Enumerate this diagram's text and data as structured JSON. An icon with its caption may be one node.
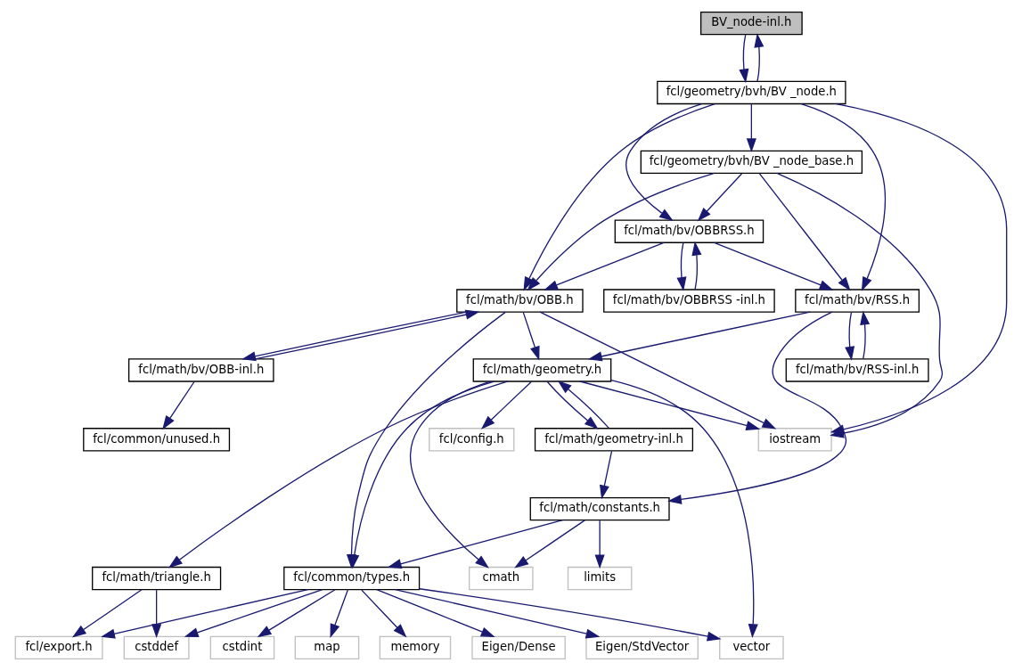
{
  "diagram": {
    "nodes": [
      {
        "text": [
          "BV_node-inl.h"
        ]
      },
      {
        "text": [
          "fcl/geometry/bvh/BV _node.h"
        ]
      },
      {
        "text": [
          "fcl/geometry/bvh/BV _node_base.h"
        ]
      },
      {
        "text": [
          "fcl/math/bv/OBBRSS.h"
        ]
      },
      {
        "text": [
          "fcl/math/bv/OBBRSS -inl.h"
        ]
      },
      {
        "text": [
          "fcl/math/bv/OBB.h"
        ]
      },
      {
        "text": [
          "fcl/math/bv/RSS.h"
        ]
      },
      {
        "text": [
          "fcl/math/bv/OBB-inl.h"
        ]
      },
      {
        "text": [
          "fcl/math/geometry.h"
        ]
      },
      {
        "text": [
          "fcl/math/bv/RSS-inl.h"
        ]
      },
      {
        "text": [
          "iostream"
        ]
      },
      {
        "text": [
          "fcl/common/unused.h"
        ]
      },
      {
        "text": [
          "fcl/config.h"
        ]
      },
      {
        "text": [
          "fcl/math/geometry-inl.h"
        ]
      },
      {
        "text": [
          "fcl/math/constants.h"
        ]
      },
      {
        "text": [
          "fcl/math/triangle.h"
        ]
      },
      {
        "text": [
          "fcl/common/types.h"
        ]
      },
      {
        "text": [
          "cmath"
        ]
      },
      {
        "text": [
          "limits"
        ]
      },
      {
        "text": [
          "vector"
        ]
      },
      {
        "text": [
          "cstddef"
        ]
      },
      {
        "text": [
          "fcl/export.h"
        ]
      },
      {
        "text": [
          "Eigen/Dense"
        ]
      },
      {
        "text": [
          "Eigen/StdVector"
        ]
      },
      {
        "text": [
          "cstdint"
        ]
      },
      {
        "text": [
          "map"
        ]
      },
      {
        "text": [
          "memory"
        ]
      }
    ],
    "edges": [
      {
        "from": 0,
        "to": 1,
        "arrow": "to"
      },
      {
        "from": 1,
        "to": 0,
        "arrow": "to"
      },
      {
        "from": 1,
        "to": 10,
        "arrow": "to"
      },
      {
        "from": 1,
        "to": 5,
        "arrow": "to"
      },
      {
        "from": 1,
        "to": 2,
        "arrow": "to"
      },
      {
        "from": 1,
        "to": 3,
        "arrow": "to"
      },
      {
        "from": 1,
        "to": 6,
        "arrow": "to"
      },
      {
        "from": 2,
        "to": 10,
        "arrow": "to"
      },
      {
        "from": 2,
        "to": 5,
        "arrow": "to"
      },
      {
        "from": 2,
        "to": 3,
        "arrow": "to"
      },
      {
        "from": 2,
        "to": 6,
        "arrow": "to"
      },
      {
        "from": 3,
        "to": 5,
        "arrow": "to"
      },
      {
        "from": 3,
        "to": 4,
        "arrow": "to"
      },
      {
        "from": 4,
        "to": 3,
        "arrow": "to"
      },
      {
        "from": 3,
        "to": 6,
        "arrow": "to"
      },
      {
        "from": 5,
        "to": 10,
        "arrow": "to"
      },
      {
        "from": 5,
        "to": 7,
        "arrow": "to"
      },
      {
        "from": 7,
        "to": 5,
        "arrow": "to"
      },
      {
        "from": 5,
        "to": 8,
        "arrow": "to"
      },
      {
        "from": 5,
        "to": 16,
        "arrow": "to"
      },
      {
        "from": 6,
        "to": 8,
        "arrow": "to"
      },
      {
        "from": 6,
        "to": 9,
        "arrow": "to"
      },
      {
        "from": 9,
        "to": 6,
        "arrow": "to"
      },
      {
        "from": 6,
        "to": 14,
        "arrow": "to"
      },
      {
        "from": 7,
        "to": 11,
        "arrow": "to"
      },
      {
        "from": 8,
        "to": 10,
        "arrow": "to"
      },
      {
        "from": 8,
        "to": 12,
        "arrow": "to"
      },
      {
        "from": 8,
        "to": 13,
        "arrow": "to"
      },
      {
        "from": 13,
        "to": 8,
        "arrow": "to"
      },
      {
        "from": 8,
        "to": 19,
        "arrow": "to"
      },
      {
        "from": 8,
        "to": 15,
        "arrow": "to"
      },
      {
        "from": 8,
        "to": 16,
        "arrow": "to"
      },
      {
        "from": 8,
        "to": 17,
        "arrow": "to"
      },
      {
        "from": 13,
        "to": 14,
        "arrow": "to"
      },
      {
        "from": 14,
        "to": 16,
        "arrow": "to"
      },
      {
        "from": 14,
        "to": 17,
        "arrow": "to"
      },
      {
        "from": 14,
        "to": 18,
        "arrow": "to"
      },
      {
        "from": 15,
        "to": 20,
        "arrow": "to"
      },
      {
        "from": 15,
        "to": 21,
        "arrow": "to"
      },
      {
        "from": 16,
        "to": 19,
        "arrow": "to"
      },
      {
        "from": 16,
        "to": 20,
        "arrow": "to"
      },
      {
        "from": 16,
        "to": 21,
        "arrow": "to"
      },
      {
        "from": 16,
        "to": 22,
        "arrow": "to"
      },
      {
        "from": 16,
        "to": 23,
        "arrow": "to"
      },
      {
        "from": 16,
        "to": 24,
        "arrow": "to"
      },
      {
        "from": 16,
        "to": 25,
        "arrow": "to"
      },
      {
        "from": 16,
        "to": 26,
        "arrow": "to"
      }
    ]
  }
}
